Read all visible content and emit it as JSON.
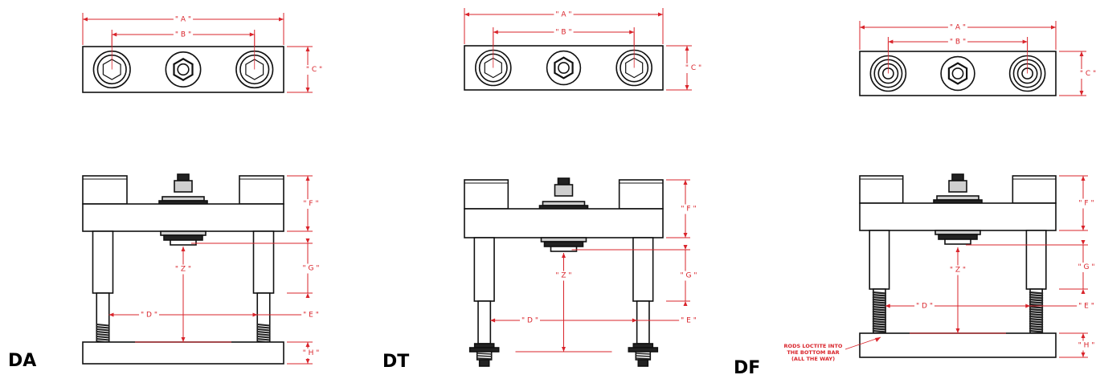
{
  "dimension_labels": {
    "A": "\" A \"",
    "B": "\" B \"",
    "C": "\" C \"",
    "D": "\" D \"",
    "E": "\" E \"",
    "F": "\" F \"",
    "G": "\" G \"",
    "H": "\" H \"",
    "Z": "\" Z \""
  },
  "variants": [
    {
      "id": "da",
      "label": "DA",
      "rod_end": "threaded"
    },
    {
      "id": "dt",
      "label": "DT",
      "rod_end": "bolt"
    },
    {
      "id": "df",
      "label": "DF",
      "rod_end": "threaded-full"
    }
  ],
  "note": {
    "line1": "RODS LOCTITE INTO",
    "line2": "THE BOTTOM BAR",
    "line3": "(ALL THE WAY)"
  },
  "colors": {
    "line": "#111111",
    "dimension": "#d9242b",
    "fill": "#ffffff",
    "shade": "#cfcfcf",
    "dark": "#222222"
  }
}
